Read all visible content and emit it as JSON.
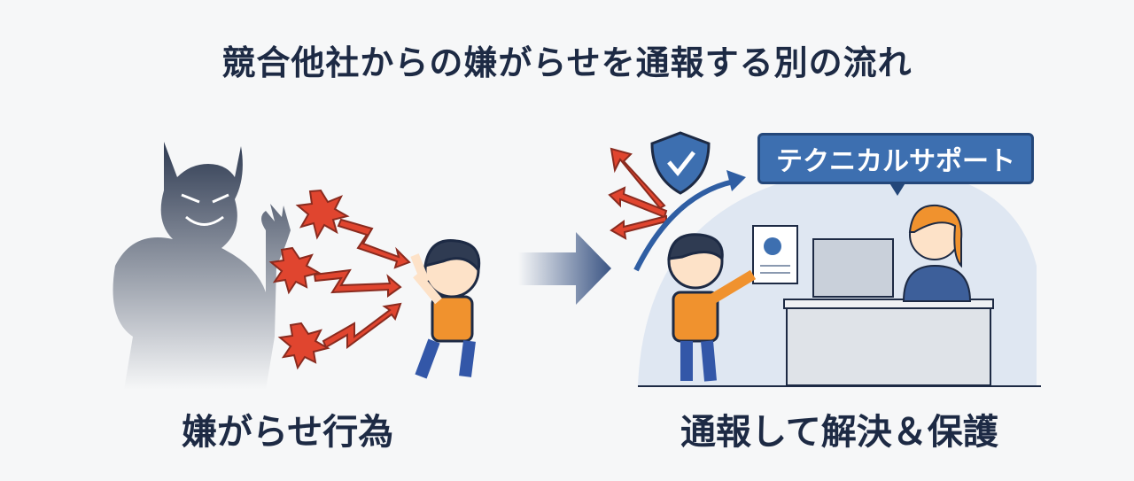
{
  "title": "競合他社からの嫌がらせを通報する別の流れ",
  "left_caption": "嫌がらせ行為",
  "right_caption": "通報して解決＆保護",
  "support_bubble": "テクニカルサポート",
  "colors": {
    "dark_navy": "#1d2a44",
    "accent_blue": "#3d6fb0",
    "alert_red": "#e0452f",
    "orange": "#f0922e"
  }
}
